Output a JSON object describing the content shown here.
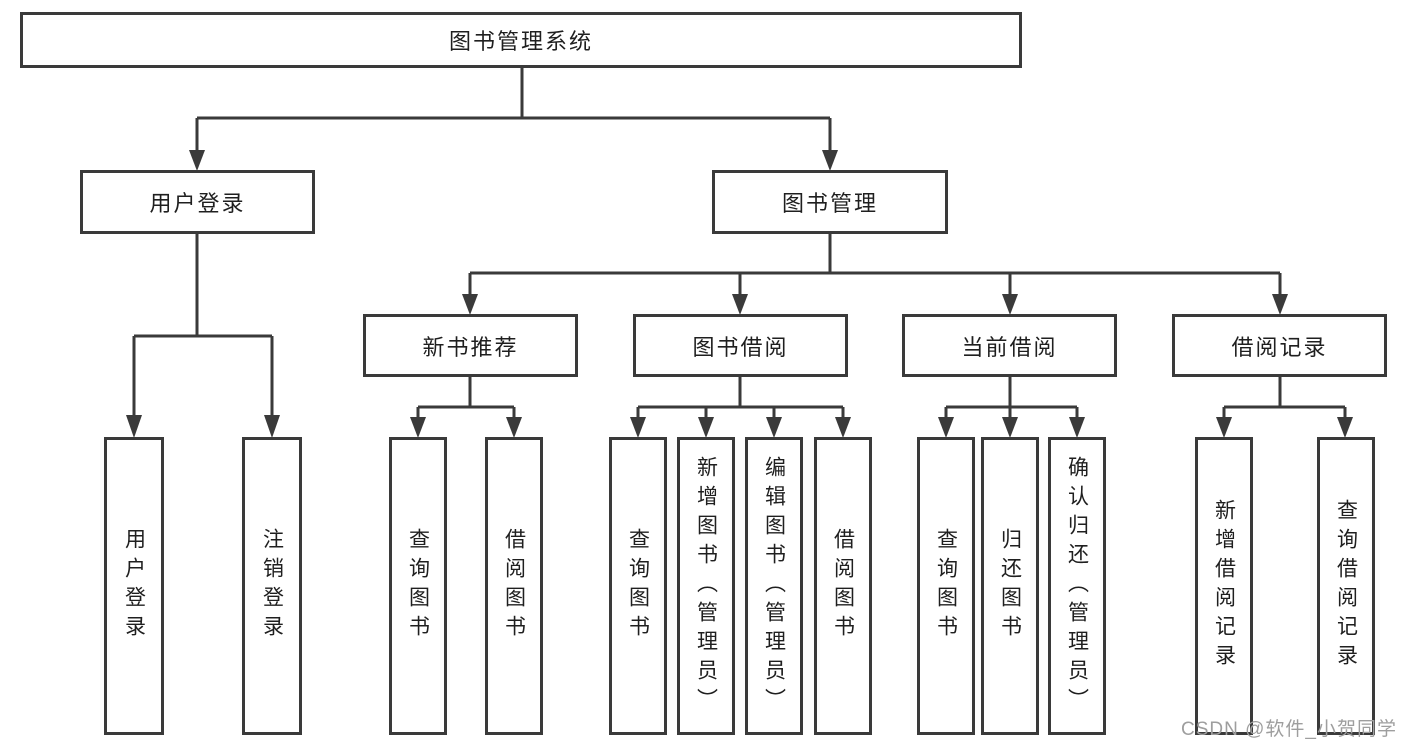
{
  "tree": {
    "root": {
      "label": "图书管理系统",
      "children": [
        {
          "label": "用户登录",
          "children": [
            {
              "label": "用户登录"
            },
            {
              "label": "注销登录"
            }
          ]
        },
        {
          "label": "图书管理",
          "children": [
            {
              "label": "新书推荐",
              "children": [
                {
                  "label": "查询图书"
                },
                {
                  "label": "借阅图书"
                }
              ]
            },
            {
              "label": "图书借阅",
              "children": [
                {
                  "label": "查询图书"
                },
                {
                  "label": "新增图书（管理员）"
                },
                {
                  "label": "编辑图书（管理员）"
                },
                {
                  "label": "借阅图书"
                }
              ]
            },
            {
              "label": "当前借阅",
              "children": [
                {
                  "label": "查询图书"
                },
                {
                  "label": "归还图书"
                },
                {
                  "label": "确认归还（管理员）"
                }
              ]
            },
            {
              "label": "借阅记录",
              "children": [
                {
                  "label": "新增借阅记录"
                },
                {
                  "label": "查询借阅记录"
                }
              ]
            }
          ]
        }
      ]
    }
  },
  "watermark": {
    "text": "CSDN @软件_小贺同学"
  },
  "colors": {
    "line": "#3a3a3a",
    "text": "#1f1f1f",
    "watermark": "#9e9e9e",
    "background": "#ffffff"
  }
}
